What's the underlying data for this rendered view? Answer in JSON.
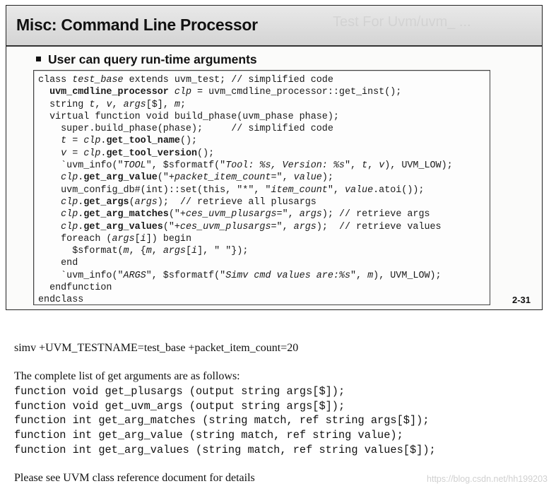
{
  "slide": {
    "title": "Misc: Command Line Processor",
    "ghost_title": "Test For Uvm/uvm_ ...",
    "bullet": "User can query run-time arguments",
    "number": "2-31",
    "code_lines": [
      [
        {
          "t": "class "
        },
        {
          "t": "test_base",
          "s": "i"
        },
        {
          "t": " extends uvm_test; // simplified code"
        }
      ],
      [
        {
          "t": "  "
        },
        {
          "t": "uvm_cmdline_processor",
          "s": "b"
        },
        {
          "t": " "
        },
        {
          "t": "clp",
          "s": "i"
        },
        {
          "t": " = uvm_cmdline_processor::get_inst();"
        }
      ],
      [
        {
          "t": "  string "
        },
        {
          "t": "t",
          "s": "i"
        },
        {
          "t": ", "
        },
        {
          "t": "v",
          "s": "i"
        },
        {
          "t": ", "
        },
        {
          "t": "args",
          "s": "i"
        },
        {
          "t": "[$], "
        },
        {
          "t": "m",
          "s": "i"
        },
        {
          "t": ";"
        }
      ],
      [
        {
          "t": "  virtual function void build_phase(uvm_phase phase);"
        }
      ],
      [
        {
          "t": "    super.build_phase(phase);     // simplified code"
        }
      ],
      [
        {
          "t": "    "
        },
        {
          "t": "t",
          "s": "i"
        },
        {
          "t": " = "
        },
        {
          "t": "clp",
          "s": "i"
        },
        {
          "t": "."
        },
        {
          "t": "get_tool_name",
          "s": "b"
        },
        {
          "t": "();"
        }
      ],
      [
        {
          "t": "    "
        },
        {
          "t": "v",
          "s": "i"
        },
        {
          "t": " = "
        },
        {
          "t": "clp",
          "s": "i"
        },
        {
          "t": "."
        },
        {
          "t": "get_tool_version",
          "s": "b"
        },
        {
          "t": "();"
        }
      ],
      [
        {
          "t": "    `uvm_info(\""
        },
        {
          "t": "TOOL",
          "s": "i"
        },
        {
          "t": "\", $sformatf(\""
        },
        {
          "t": "Tool: %s, Version: %s",
          "s": "i"
        },
        {
          "t": "\", "
        },
        {
          "t": "t",
          "s": "i"
        },
        {
          "t": ", "
        },
        {
          "t": "v",
          "s": "i"
        },
        {
          "t": "), UVM_LOW);"
        }
      ],
      [
        {
          "t": "    "
        },
        {
          "t": "clp",
          "s": "i"
        },
        {
          "t": "."
        },
        {
          "t": "get_arg_value",
          "s": "b"
        },
        {
          "t": "(\"+"
        },
        {
          "t": "packet_item_count",
          "s": "i"
        },
        {
          "t": "=\", "
        },
        {
          "t": "value",
          "s": "i"
        },
        {
          "t": ");"
        }
      ],
      [
        {
          "t": "    uvm_config_db#(int)::set(this, \"*\", \""
        },
        {
          "t": "item_count",
          "s": "i"
        },
        {
          "t": "\", "
        },
        {
          "t": "value",
          "s": "i"
        },
        {
          "t": ".atoi());"
        }
      ],
      [
        {
          "t": "    "
        },
        {
          "t": "clp",
          "s": "i"
        },
        {
          "t": "."
        },
        {
          "t": "get_args",
          "s": "b"
        },
        {
          "t": "("
        },
        {
          "t": "args",
          "s": "i"
        },
        {
          "t": ");  // retrieve all plusargs"
        }
      ],
      [
        {
          "t": "    "
        },
        {
          "t": "clp",
          "s": "i"
        },
        {
          "t": "."
        },
        {
          "t": "get_arg_matches",
          "s": "b"
        },
        {
          "t": "(\"+"
        },
        {
          "t": "ces_uvm_plusargs",
          "s": "i"
        },
        {
          "t": "=\", "
        },
        {
          "t": "args",
          "s": "i"
        },
        {
          "t": "); // retrieve args"
        }
      ],
      [
        {
          "t": "    "
        },
        {
          "t": "clp",
          "s": "i"
        },
        {
          "t": "."
        },
        {
          "t": "get_arg_values",
          "s": "b"
        },
        {
          "t": "(\"+"
        },
        {
          "t": "ces_uvm_plusargs",
          "s": "i"
        },
        {
          "t": "=\", "
        },
        {
          "t": "args",
          "s": "i"
        },
        {
          "t": ");  // retrieve values"
        }
      ],
      [
        {
          "t": "    foreach ("
        },
        {
          "t": "args",
          "s": "i"
        },
        {
          "t": "["
        },
        {
          "t": "i",
          "s": "i"
        },
        {
          "t": "]) begin"
        }
      ],
      [
        {
          "t": "      $sformat("
        },
        {
          "t": "m",
          "s": "i"
        },
        {
          "t": ", {"
        },
        {
          "t": "m",
          "s": "i"
        },
        {
          "t": ", "
        },
        {
          "t": "args",
          "s": "i"
        },
        {
          "t": "["
        },
        {
          "t": "i",
          "s": "i"
        },
        {
          "t": "], \" \"});"
        }
      ],
      [
        {
          "t": "    end"
        }
      ],
      [
        {
          "t": "    `uvm_info(\""
        },
        {
          "t": "ARGS",
          "s": "i"
        },
        {
          "t": "\", $sformatf(\""
        },
        {
          "t": "Simv cmd values are:%s",
          "s": "i"
        },
        {
          "t": "\", "
        },
        {
          "t": "m",
          "s": "i"
        },
        {
          "t": "), UVM_LOW);"
        }
      ],
      [
        {
          "t": "  endfunction"
        }
      ],
      [
        {
          "t": "endclass"
        }
      ]
    ]
  },
  "command_line": "simv +UVM_TESTNAME=test_base +packet_item_count=20",
  "intro": "The complete list of get arguments are as follows:",
  "signatures": [
    "function void get_plusargs (output string args[$]);",
    "function void get_uvm_args (output string args[$]);",
    "function int get_arg_matches (string match, ref string args[$]);",
    "function int get_arg_value (string match, ref string value);",
    "function int get_arg_values (string match, ref string values[$]);"
  ],
  "note": "Please see UVM class reference document for details",
  "watermark": "https://blog.csdn.net/hh199203"
}
